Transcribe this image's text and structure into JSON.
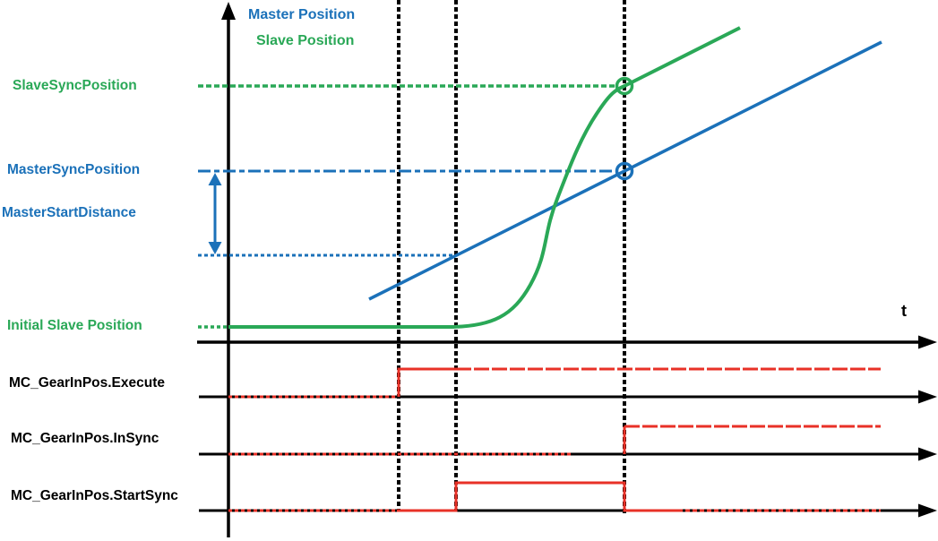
{
  "diagram": {
    "legend": {
      "master_label": "Master Position",
      "slave_label": "Slave Position"
    },
    "time_axis_label": "t",
    "reference_labels": {
      "slave_sync_position": "SlaveSyncPosition",
      "master_sync_position": "MasterSyncPosition",
      "master_start_distance": "MasterStartDistance",
      "initial_slave_position": "Initial Slave Position"
    },
    "signal_rows": [
      {
        "label": "MC_GearInPos.Execute"
      },
      {
        "label": "MC_GearInPos.InSync"
      },
      {
        "label": "MC_GearInPos.StartSync"
      }
    ],
    "colors": {
      "master": "#1b71b9",
      "slave": "#2aa857",
      "signal": "#e83127",
      "axis": "#000000"
    }
  }
}
